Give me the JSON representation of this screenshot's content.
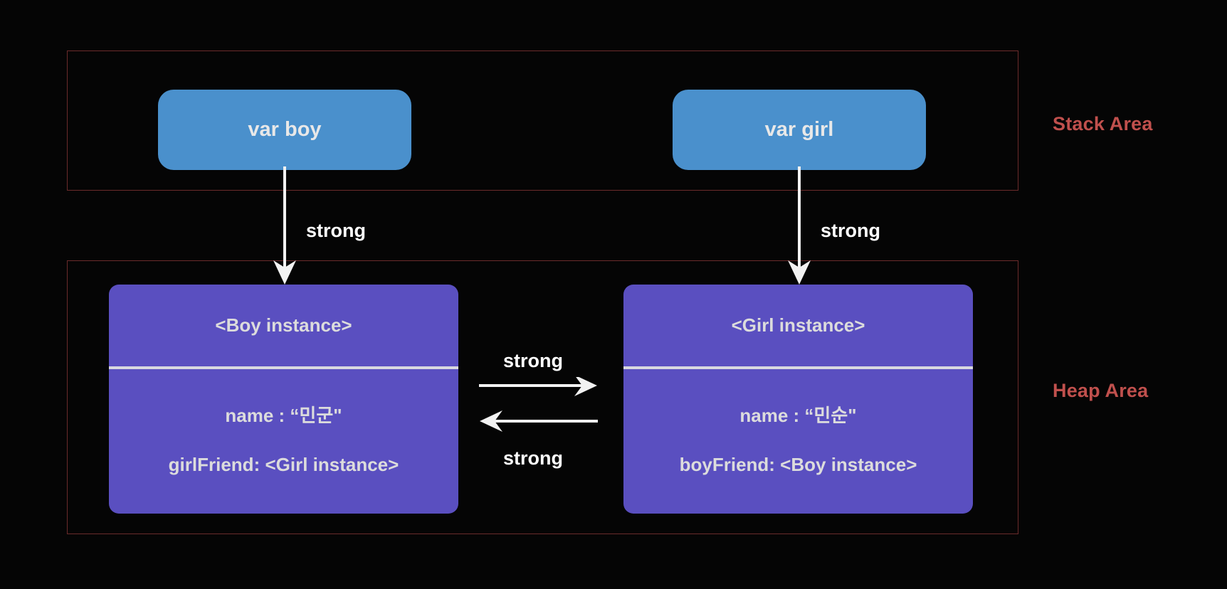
{
  "diagram": {
    "title": "Swift strong reference cycle between Boy and Girl instances",
    "background_color": "#050505",
    "areas": [
      {
        "key": "stack",
        "label": "Stack Area",
        "border_color": "#6B2B2B",
        "label_color": "#C0504D"
      },
      {
        "key": "heap",
        "label": "Heap Area",
        "border_color": "#6B2B2B",
        "label_color": "#C0504D"
      }
    ],
    "stack_variables": [
      {
        "key": "boy",
        "label": "var boy",
        "fill_color": "#4A90CC",
        "text_color": "#E8E8E8"
      },
      {
        "key": "girl",
        "label": "var girl",
        "fill_color": "#4A90CC",
        "text_color": "#E8E8E8"
      }
    ],
    "heap_instances": [
      {
        "key": "boy",
        "title": "<Boy instance>",
        "fields": [
          "name : “민군\"",
          "girlFriend: <Girl instance>"
        ],
        "fill_color": "#5A4FC0",
        "text_color": "#DCDCDC",
        "divider_color": "#D8D8E0"
      },
      {
        "key": "girl",
        "title": "<Girl instance>",
        "fields": [
          "name : “민순\"",
          "boyFriend: <Boy instance>"
        ],
        "fill_color": "#5A4FC0",
        "text_color": "#DCDCDC",
        "divider_color": "#D8D8E0"
      }
    ],
    "references": [
      {
        "key": "boy-to-instance",
        "label": "strong",
        "direction": "down",
        "from": "var boy",
        "to": "<Boy instance>",
        "color": "#FFFFFF"
      },
      {
        "key": "girl-to-instance",
        "label": "strong",
        "direction": "down",
        "from": "var girl",
        "to": "<Girl instance>",
        "color": "#FFFFFF"
      },
      {
        "key": "boy-to-girl",
        "label": "strong",
        "direction": "right",
        "from": "<Boy instance>",
        "to": "<Girl instance>",
        "color": "#FFFFFF"
      },
      {
        "key": "girl-to-boy",
        "label": "strong",
        "direction": "left",
        "from": "<Girl instance>",
        "to": "<Boy instance>",
        "color": "#FFFFFF"
      }
    ]
  }
}
